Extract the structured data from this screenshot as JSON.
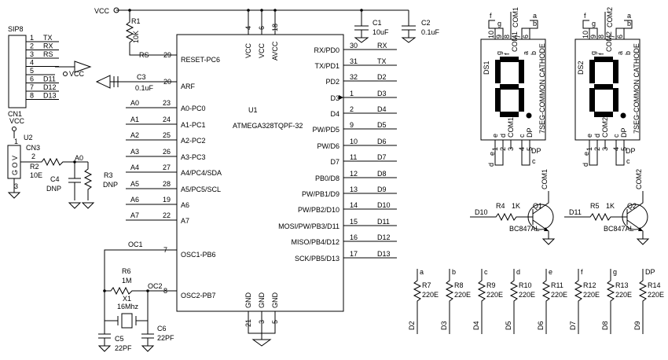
{
  "power": {
    "vcc": "VCC",
    "vcc2": "VCC"
  },
  "mcu": {
    "ref": "U1",
    "part": "ATMEGA328TQPF-32",
    "top_pins": [
      {
        "num": "4",
        "name": "VCC"
      },
      {
        "num": "6",
        "name": "VCC"
      },
      {
        "num": "18",
        "name": "AVCC"
      }
    ],
    "bottom_pins": [
      {
        "num": "21",
        "name": "GND"
      },
      {
        "num": "3",
        "name": "GND"
      },
      {
        "num": "5",
        "name": "GND"
      }
    ],
    "left_pins": [
      {
        "num": "29",
        "name": "RESET-PC6",
        "net": "RS"
      },
      {
        "num": "20",
        "name": "ARF",
        "net": ""
      },
      {
        "num": "23",
        "name": "A0-PC0",
        "net": "A0"
      },
      {
        "num": "24",
        "name": "A1-PC1",
        "net": "A1"
      },
      {
        "num": "25",
        "name": "A2-PC2",
        "net": "A2"
      },
      {
        "num": "26",
        "name": "A3-PC3",
        "net": "A3"
      },
      {
        "num": "27",
        "name": "A4/PC4/SDA",
        "net": "A4"
      },
      {
        "num": "28",
        "name": "A5/PC5/SCL",
        "net": "A5"
      },
      {
        "num": "19",
        "name": "A6",
        "net": "A6"
      },
      {
        "num": "22",
        "name": "A7",
        "net": "A7"
      },
      {
        "num": "7",
        "name": "OSC1-PB6",
        "net": "OC1"
      },
      {
        "num": "8",
        "name": "OSC2-PB7",
        "net": "OC2"
      }
    ],
    "right_pins": [
      {
        "num": "30",
        "name": "RX/PD0",
        "net": "RX"
      },
      {
        "num": "31",
        "name": "TX/PD1",
        "net": "TX"
      },
      {
        "num": "32",
        "name": "PD2",
        "net": "D2"
      },
      {
        "num": "1",
        "name": "D3",
        "net": "D3"
      },
      {
        "num": "2",
        "name": "D4",
        "net": "D4"
      },
      {
        "num": "9",
        "name": "PW/PD5",
        "net": "D5"
      },
      {
        "num": "10",
        "name": "PW/D6",
        "net": "D6"
      },
      {
        "num": "11",
        "name": "D7",
        "net": "D7"
      },
      {
        "num": "12",
        "name": "PB0/D8",
        "net": "D8"
      },
      {
        "num": "13",
        "name": "PW/PB1/D9",
        "net": "D9"
      },
      {
        "num": "14",
        "name": "PW/PB2/D10",
        "net": "D10"
      },
      {
        "num": "15",
        "name": "MOSI/PW/PB3/D11",
        "net": "D11"
      },
      {
        "num": "16",
        "name": "MISO/PB4/D12",
        "net": "D12"
      },
      {
        "num": "17",
        "name": "SCK/PB5/D13",
        "net": "D13"
      }
    ]
  },
  "connector": {
    "ref": "SIP8",
    "ref2": "CN1",
    "pins": [
      {
        "num": "1",
        "net": "TX"
      },
      {
        "num": "2",
        "net": "RX"
      },
      {
        "num": "3",
        "net": "RS"
      },
      {
        "num": "4",
        "net": ""
      },
      {
        "num": "5",
        "net": "VCC"
      },
      {
        "num": "6",
        "net": "D11"
      },
      {
        "num": "7",
        "net": "D12"
      },
      {
        "num": "8",
        "net": "D13"
      }
    ]
  },
  "sensor": {
    "ref": "U2",
    "conn": "CN3",
    "vcc": "VCC",
    "pins": [
      "1",
      "2",
      "3"
    ],
    "labels": [
      "G",
      "O",
      "V"
    ],
    "net": "A0",
    "r2": {
      "ref": "R2",
      "value": "10E"
    },
    "c4": {
      "ref": "C4",
      "value": "DNP"
    },
    "r3": {
      "ref": "R3",
      "value": "DNP"
    }
  },
  "passives": {
    "r1": {
      "ref": "R1",
      "value": "10K",
      "net": "RS"
    },
    "c1": {
      "ref": "C1",
      "value": "10uF"
    },
    "c2": {
      "ref": "C2",
      "value": "0.1uF"
    },
    "c3": {
      "ref": "C3",
      "value": "0.1uF"
    },
    "r6": {
      "ref": "R6",
      "value": "1M"
    },
    "x1": {
      "ref": "X1",
      "value": "16Mhz"
    },
    "c5": {
      "ref": "C5",
      "value": "22PF"
    },
    "c6": {
      "ref": "C6",
      "value": "22PF"
    },
    "oc1": "OC1",
    "oc2": "OC2"
  },
  "displays": [
    {
      "ref": "DS1",
      "label": "7SEG-COMMON CATHODE",
      "com": "COM1",
      "top_nums": [
        "10",
        "9",
        "8",
        "7",
        "6"
      ],
      "top_segs": [
        "g",
        "f",
        "COM1",
        "a",
        "b"
      ],
      "top_ext": [
        "f",
        "g",
        "a",
        "b"
      ],
      "bot_nums": [
        "1",
        "2",
        "3",
        "4",
        "5"
      ],
      "bot_segs": [
        "e",
        "d",
        "COM1",
        "c",
        "DP"
      ],
      "bot_ext": [
        "e",
        "d",
        "DP",
        "c"
      ]
    },
    {
      "ref": "DS2",
      "label": "7SEG-COMMON CATHODE",
      "com": "COM2",
      "top_nums": [
        "10",
        "9",
        "8",
        "7",
        "6"
      ],
      "top_segs": [
        "g",
        "f",
        "COM2",
        "a",
        "b"
      ],
      "top_ext": [
        "f",
        "g",
        "a",
        "b"
      ],
      "bot_nums": [
        "1",
        "2",
        "3",
        "4",
        "5"
      ],
      "bot_segs": [
        "e",
        "d",
        "COM2",
        "c",
        "DP"
      ],
      "bot_ext": [
        "e",
        "d",
        "DP",
        "c"
      ]
    }
  ],
  "drivers": [
    {
      "net": "D10",
      "r": "R4",
      "rv": "1K",
      "q": "Q1",
      "qv": "BC847AL",
      "com": "COM1"
    },
    {
      "net": "D11",
      "r": "R5",
      "rv": "1K",
      "q": "Q2",
      "qv": "BC847AL",
      "com": "COM2"
    }
  ],
  "seg_resistors": [
    {
      "seg": "a",
      "ref": "R7",
      "value": "220E",
      "net": "D2"
    },
    {
      "seg": "b",
      "ref": "R8",
      "value": "220E",
      "net": "D3"
    },
    {
      "seg": "c",
      "ref": "R9",
      "value": "220E",
      "net": "D4"
    },
    {
      "seg": "d",
      "ref": "R10",
      "value": "220E",
      "net": "D5"
    },
    {
      "seg": "e",
      "ref": "R11",
      "value": "220E",
      "net": "D6"
    },
    {
      "seg": "f",
      "ref": "R12",
      "value": "220E",
      "net": "D7"
    },
    {
      "seg": "g",
      "ref": "R13",
      "value": "220E",
      "net": "D8"
    },
    {
      "seg": "DP",
      "ref": "R14",
      "value": "220E",
      "net": "D9"
    }
  ]
}
